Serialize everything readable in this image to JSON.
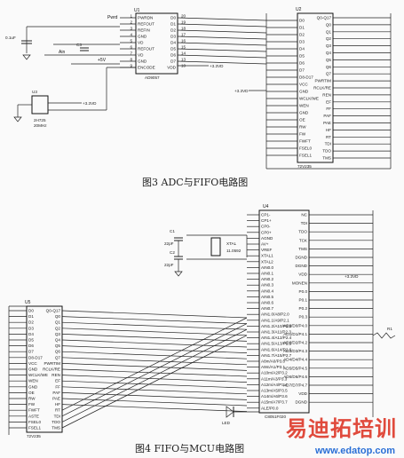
{
  "figure3": {
    "caption": "图3   ADC与FIFO电路图",
    "u1": {
      "ref": "U1",
      "part": "AD9057",
      "left_pins": [
        "PWRDN",
        "REFOUT",
        "REFIN",
        "GND",
        "VD",
        "REFOUT",
        "VD",
        "GND",
        "ENCODE"
      ],
      "right_pins": [
        "D0",
        "D1",
        "D2",
        "D3",
        "D4",
        "D5",
        "D6",
        "D7",
        "VDD"
      ],
      "pin_numbers_left": [
        "1",
        "2",
        "3",
        "4",
        "5",
        "6",
        "7",
        "8",
        "9"
      ],
      "pin_numbers_right": [
        "20",
        "19",
        "18",
        "17",
        "16",
        "15",
        "14",
        "13",
        "10"
      ]
    },
    "u2": {
      "ref": "U2",
      "part": "72V235",
      "left_pins": [
        "D0",
        "D1",
        "D2",
        "D3",
        "D4",
        "D5",
        "D6",
        "D7",
        "D8-D17",
        "VCC",
        "GND",
        "WCLK/WE",
        "WEN",
        "GND",
        "OE",
        "RW",
        "FW",
        "FWFT",
        "FSEL0",
        "FSEL1"
      ],
      "right_pins": [
        "Q0-Q17",
        "Q0",
        "Q1",
        "Q2",
        "Q3",
        "Q4",
        "Q5",
        "Q6",
        "Q7",
        "PWRTIM",
        "RCLK/RE",
        "REN",
        "EF",
        "FF",
        "PAF",
        "PAE",
        "HF",
        "RT",
        "TDI",
        "TDO",
        "TMS"
      ]
    },
    "u3": {
      "ref": "U3",
      "part": "20MHz",
      "sub": "2H725"
    },
    "labels": [
      "Pwrd",
      "Ain",
      "+5V",
      "+3.3VD",
      "0.1uF",
      "C3",
      "+3.3VD"
    ]
  },
  "figure4": {
    "caption": "图4   FIFO与MCU电路图",
    "u4": {
      "ref": "U4",
      "part": "C8051F020",
      "left_pins": [
        "CP1-",
        "CP1+",
        "CP0-",
        "CP0+",
        "AGND",
        "AV+",
        "VREF",
        "XTAL1",
        "XTAL2",
        "AIN0.0",
        "AIN0.1",
        "AIN0.2",
        "AIN0.3",
        "AIN0.4",
        "AIN0.5",
        "AIN0.6",
        "AIN0.7",
        "AIN1.0/A8/P2.0",
        "AIN1.1/A9/P2.1",
        "AIN1.2/A10/P2.2",
        "AIN1.3/A11/P2.3",
        "AIN1.4/A12/P2.4",
        "AIN1.5/A13/P2.5",
        "AIN1.6/A14/P2.6",
        "AIN1.7/A15/P2.7",
        "A8m/A0/P3.0",
        "A9m/A1/P3.1",
        "A10m/A2/P3.2",
        "A11m/A3/P3.3",
        "A12m/A4/P3.4",
        "A13m/A5/P3.5",
        "A14m/A6/P3.6",
        "A15m/A7/P3.7",
        "ALE/P0.0"
      ],
      "right_pins": [
        "NC",
        "TDI",
        "TDO",
        "TCK",
        "TMS",
        "DGND",
        "DGND",
        "VDD",
        "MONEN",
        "P0.0",
        "P0.1",
        "P0.2",
        "P0.3",
        "AD0/D0/P4.0",
        "AD1/D1/P4.1",
        "AD2/D2/P4.2",
        "AD3/D3/P4.3",
        "AD4/D4/P4.4",
        "AD5/D5/P4.5",
        "AD6/D6/P4.6",
        "AD7/D7/P4.7",
        "VDD",
        "DGND"
      ]
    },
    "u5": {
      "ref": "U5",
      "part": "72V235",
      "left_pins": [
        "D0",
        "D1",
        "D2",
        "D3",
        "D4",
        "D5",
        "D6",
        "D7",
        "D8-D17",
        "VCC",
        "GND",
        "WCLK/WE",
        "WEN",
        "GND",
        "OE",
        "RW",
        "FW",
        "FWFT",
        "ASTE",
        "FSEL0",
        "FSEL1"
      ],
      "right_pins": [
        "Q0-Q17",
        "Q0",
        "Q1",
        "Q2",
        "Q3",
        "Q4",
        "Q5",
        "Q6",
        "Q7",
        "PWRTIM",
        "RCLK/RE",
        "REN",
        "EF",
        "FF",
        "PAF",
        "PAE",
        "HF",
        "RT",
        "TDI",
        "TDO",
        "TMS"
      ]
    },
    "labels": [
      "C1",
      "22pF",
      "C2",
      "22pF",
      "XTAL",
      "11.0592",
      "+3.3VD",
      "+3.3VD",
      "LED",
      "R1"
    ]
  },
  "watermark": {
    "brand": "易迪拓培训",
    "url": "www.edatop.com"
  }
}
